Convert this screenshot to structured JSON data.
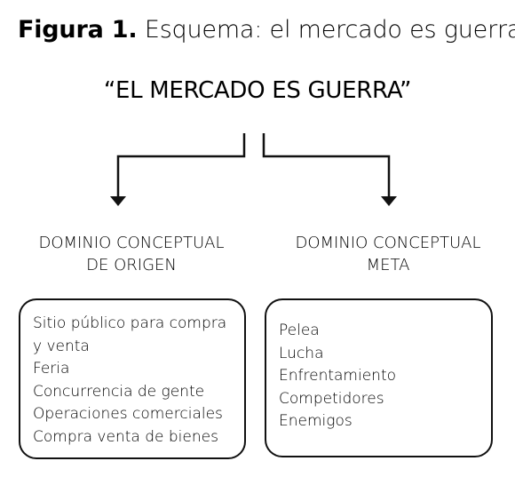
{
  "caption": {
    "label": "Figura 1.",
    "text": "Esquema: el mercado es guerra"
  },
  "title": "“EL MERCADO ES GUERRA”",
  "source_domain": {
    "heading_line1": "DOMINIO CONCEPTUAL",
    "heading_line2": "DE ORIGEN",
    "items": [
      "Sitio público para compra",
      "y venta",
      "Feria",
      "Concurrencia de gente",
      "Operaciones comerciales",
      "Compra venta de bienes"
    ]
  },
  "target_domain": {
    "heading_line1": "DOMINIO CONCEPTUAL",
    "heading_line2": "META",
    "items": [
      "Pelea",
      "Lucha",
      "Enfrentamiento",
      "Competidores",
      "Enemigos"
    ]
  },
  "colors": {
    "line": "#111111",
    "text": "#000000",
    "background": "#ffffff"
  }
}
